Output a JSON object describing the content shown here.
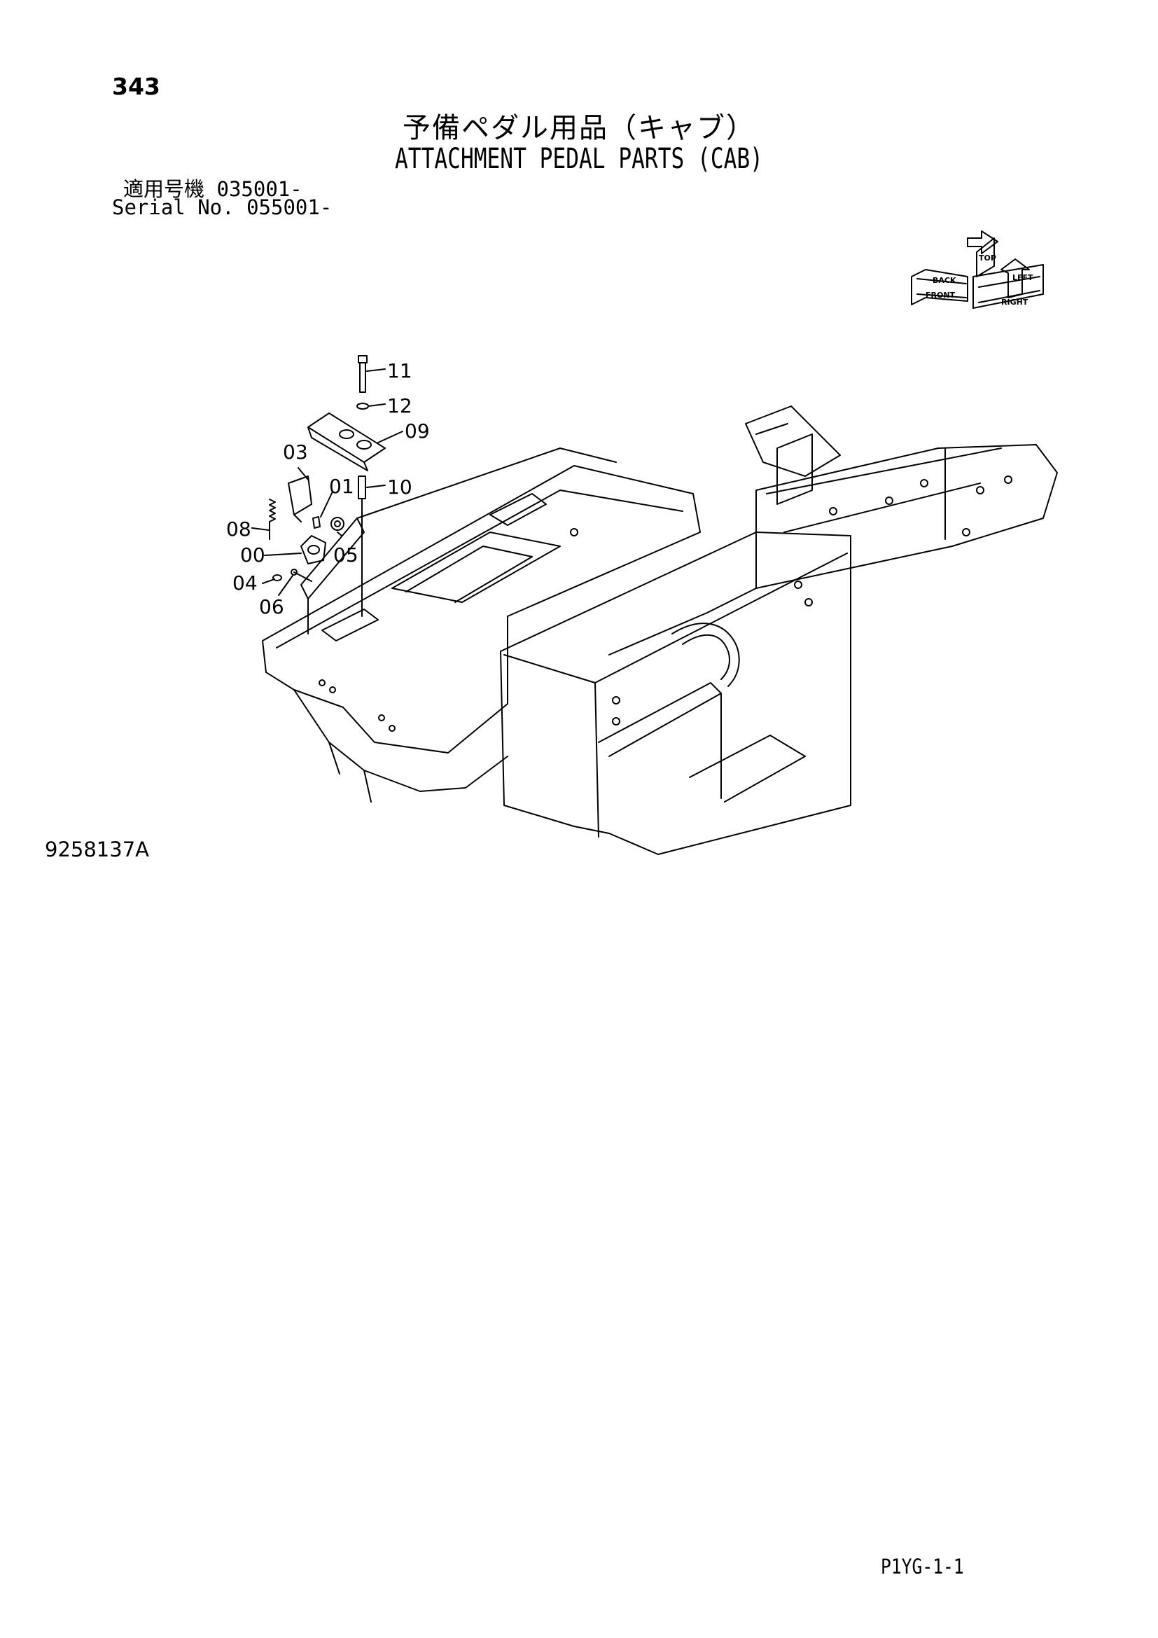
{
  "page": {
    "number": "343",
    "title_ja": "予備ペダル用品（キャブ）",
    "title_en": "ATTACHMENT PEDAL PARTS (CAB)",
    "serial_ja_label": "適用号機",
    "serial_ja_value": "035001-",
    "serial_en_label": "Serial No.",
    "serial_en_value": "055001-",
    "figure_id": "9258137A",
    "footer_code": "P1YG-1-1"
  },
  "orientation": {
    "top": "TOP",
    "front": "FRONT",
    "right": "RIGHT",
    "back": "BACK",
    "left": "LEFT"
  },
  "callouts": {
    "c11": "11",
    "c12": "12",
    "c09": "09",
    "c03": "03",
    "c01": "01",
    "c10": "10",
    "c08": "08",
    "c00": "00",
    "c05": "05",
    "c04": "04",
    "c06": "06"
  }
}
